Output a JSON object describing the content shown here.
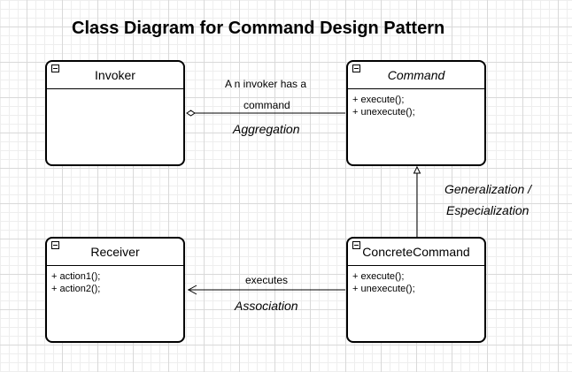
{
  "title": "Class Diagram for Command Design Pattern",
  "classes": {
    "invoker": {
      "name": "Invoker",
      "members": []
    },
    "command": {
      "name": "Command",
      "members": [
        "+ execute();",
        "+ unexecute();"
      ]
    },
    "receiver": {
      "name": "Receiver",
      "members": [
        "+ action1();",
        "+ action2();"
      ]
    },
    "concrete_command": {
      "name": "ConcreteCommand",
      "members": [
        "+ execute();",
        "+ unexecute();"
      ]
    }
  },
  "relations": {
    "aggregation": {
      "text_line1": "A n invoker has a",
      "text_line2": "command",
      "kind": "Aggregation"
    },
    "generalization": {
      "kind_line1": "Generalization /",
      "kind_line2": "Especialization"
    },
    "association": {
      "text": "executes",
      "kind": "Association"
    }
  }
}
